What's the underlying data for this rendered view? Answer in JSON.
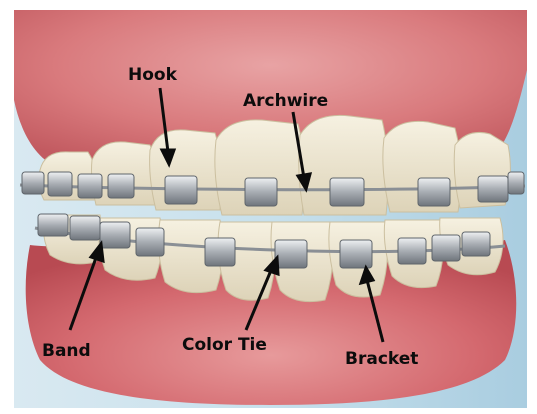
{
  "labels": {
    "hook": "Hook",
    "archwire": "Archwire",
    "band": "Band",
    "color_tie": "Color Tie",
    "bracket": "Bracket"
  },
  "colors": {
    "gum": "#c8555a",
    "gum_light": "#e4979a",
    "tooth": "#ede5cf",
    "metal": "#b4b8bd",
    "wire": "#8c9196",
    "background": "#b9d6e6",
    "label": "#0c0c0c"
  }
}
